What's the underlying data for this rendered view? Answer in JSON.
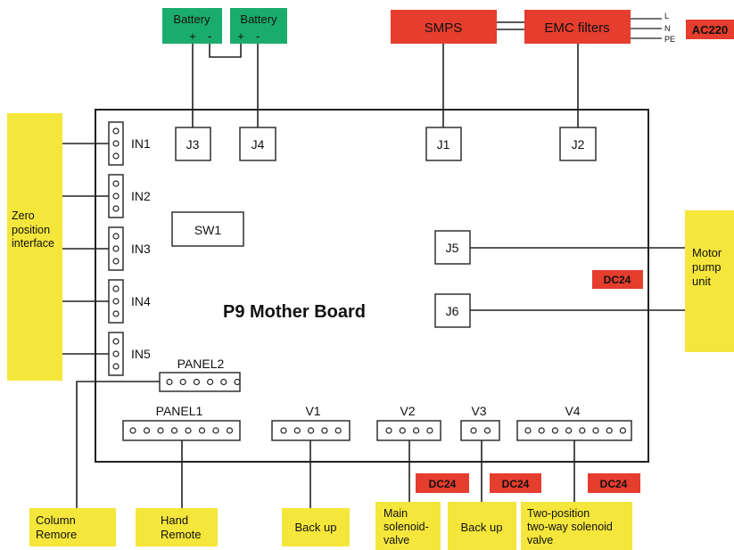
{
  "board": {
    "title": "P9 Mother Board"
  },
  "colors": {
    "red": "#e53d2e",
    "green": "#1aac6c",
    "yellow": "#f5e63c",
    "line": "#222222"
  },
  "power": {
    "batteries": [
      {
        "label": "Battery",
        "plus": "+",
        "minus": "-"
      },
      {
        "label": "Battery",
        "plus": "+",
        "minus": "-"
      }
    ],
    "smps": "SMPS",
    "emc": "EMC filters",
    "lines": [
      "L",
      "N",
      "PE"
    ],
    "ac_label": "AC220"
  },
  "connectors": {
    "j1": "J1",
    "j2": "J2",
    "j3": "J3",
    "j4": "J4",
    "j5": "J5",
    "j6": "J6",
    "sw1": "SW1"
  },
  "inputs": [
    "IN1",
    "IN2",
    "IN3",
    "IN4",
    "IN5"
  ],
  "headers": {
    "panel2": "PANEL2",
    "panel1": "PANEL1",
    "v1": "V1",
    "v2": "V2",
    "v3": "V3",
    "v4": "V4"
  },
  "external": {
    "zero": [
      "Zero",
      "position",
      "interface"
    ],
    "motor": [
      "Motor",
      "pump",
      "unit"
    ],
    "column": [
      "Column",
      "Remore"
    ],
    "hand": [
      "Hand",
      "Remote"
    ],
    "backup1": "Back up",
    "main_valve": [
      "Main",
      "solenoid-",
      "valve"
    ],
    "backup2": "Back up",
    "two_position": [
      "Two-position",
      "two-way solenoid",
      "valve"
    ]
  },
  "voltage_tags": {
    "dc_motor": "DC24",
    "dc_v2": "DC24",
    "dc_v3": "DC24",
    "dc_v4": "DC24"
  }
}
